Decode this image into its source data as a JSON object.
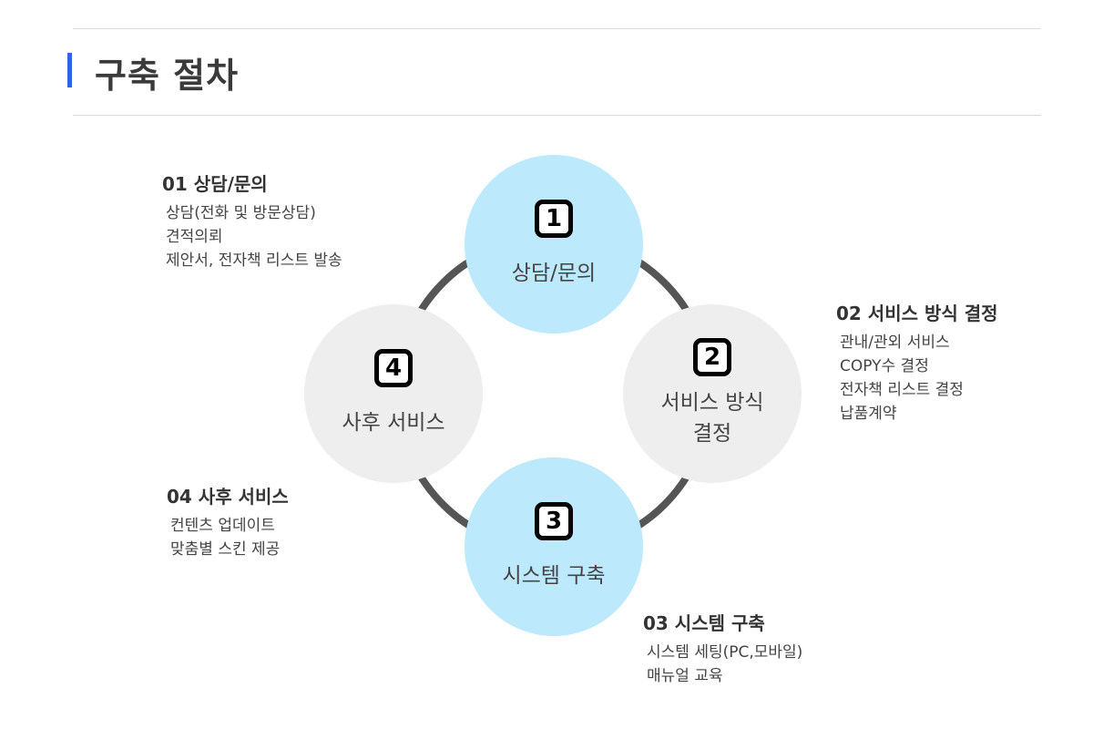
{
  "title": "구축 절차",
  "steps": [
    {
      "num": "1",
      "label": "상담/문의",
      "heading": "01 상담/문의",
      "items": [
        "상담(전화 및 방문상담)",
        "견적의뢰",
        "제안서, 전자책 리스트 발송"
      ]
    },
    {
      "num": "2",
      "label": "서비스 방식 결정",
      "heading": "02 서비스 방식 결정",
      "items": [
        "관내/관외 서비스",
        "COPY수 결정",
        "전자책 리스트 결정",
        "납품계약"
      ]
    },
    {
      "num": "3",
      "label": "시스템 구축",
      "heading": "03 시스템 구축",
      "items": [
        "시스템 세팅(PC,모바일)",
        "매뉴얼 교육"
      ]
    },
    {
      "num": "4",
      "label": "사후 서비스",
      "heading": "04 사후 서비스",
      "items": [
        "컨텐츠 업데이트",
        "맞춤별 스킨 제공"
      ]
    }
  ],
  "colors": {
    "accent": "#2f63e8",
    "blue_node": "#bde9fd",
    "gray_node": "#eeeeee",
    "ring": "#555555"
  }
}
